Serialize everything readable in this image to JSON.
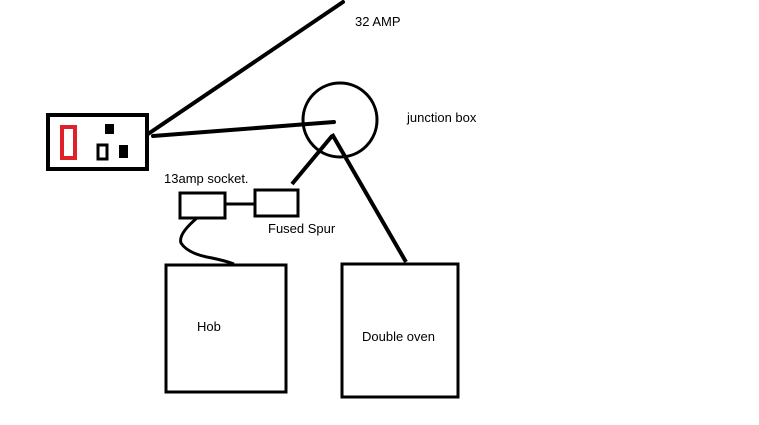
{
  "labels": {
    "amp": "32 AMP",
    "junction_box": "junction box",
    "socket": "13amp socket.",
    "fused_spur": "Fused Spur",
    "hob": "Hob",
    "double_oven": "Double oven"
  },
  "colors": {
    "ink": "#000000",
    "switch": "#e0202a",
    "background": "#ffffff"
  }
}
